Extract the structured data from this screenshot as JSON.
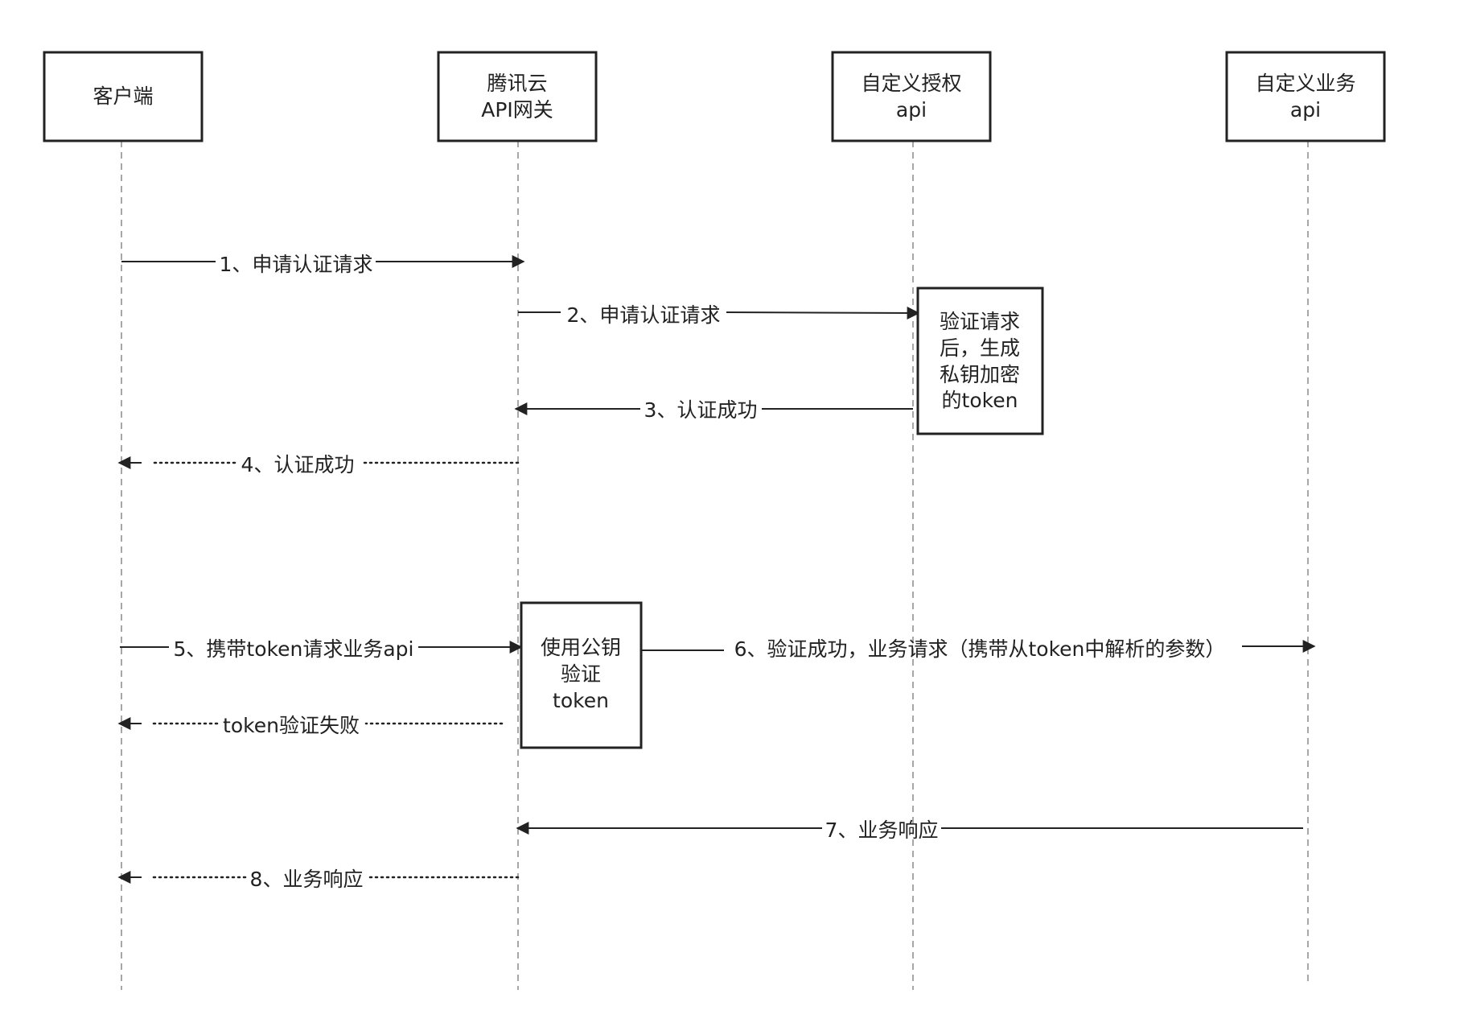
{
  "participants": [
    {
      "id": "client",
      "lines": [
        "客户端"
      ]
    },
    {
      "id": "gateway",
      "lines": [
        "腾讯云",
        "API网关"
      ]
    },
    {
      "id": "auth",
      "lines": [
        "自定义授权",
        "api"
      ]
    },
    {
      "id": "biz",
      "lines": [
        "自定义业务",
        "api"
      ]
    }
  ],
  "notes": {
    "auth_note": [
      "验证请求",
      "后，生成",
      "私钥加密",
      "的token"
    ],
    "gateway_note": [
      "使用公钥",
      "验证",
      "token"
    ]
  },
  "messages": {
    "m1": "1、申请认证请求",
    "m2": "2、申请认证请求",
    "m3": "3、认证成功",
    "m4": "4、认证成功",
    "m5": "5、携带token请求业务api",
    "m6": "6、验证成功，业务请求（携带从token中解析的参数）",
    "m_fail": "token验证失败",
    "m7": "7、业务响应",
    "m8": "8、业务响应"
  },
  "colors": {
    "line": "#222222",
    "lifeline": "#8a8a8a",
    "background": "#ffffff"
  }
}
